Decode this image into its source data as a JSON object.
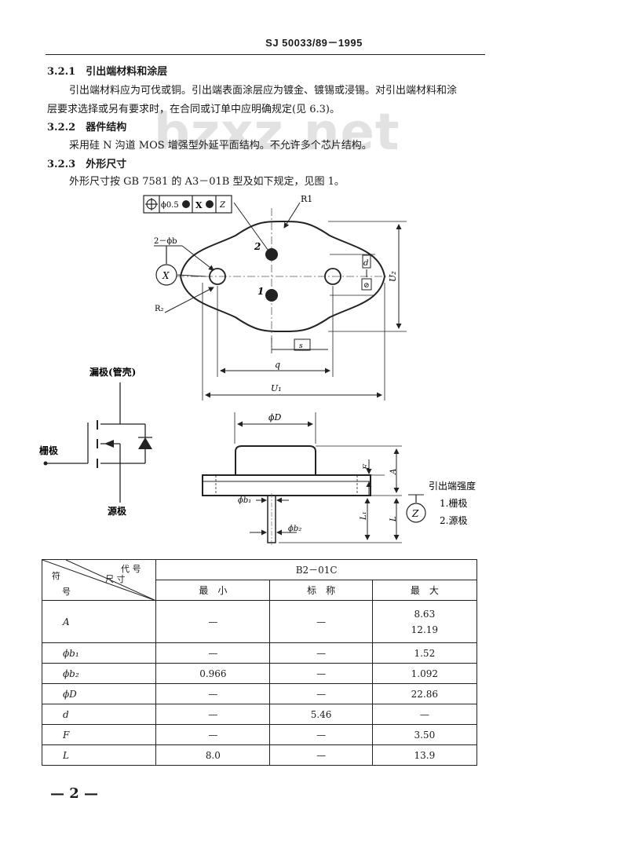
{
  "header": {
    "std_number": "SJ 50033/89－1995"
  },
  "watermark": "bzxz.net",
  "sections": {
    "s1_title": "3.2.1　引出端材料和涂层",
    "s1_line1": "引出端材料应为可伐或铜。引出端表面涂层应为镀金、镀锡或浸锡。对引出端材料和涂",
    "s1_line2": "层要求选择或另有要求时，在合同或订单中应明确规定(见 6.3)。",
    "s2_title": "3.2.2　器件结构",
    "s2_body": "采用硅 N 沟道 MOS 增强型外延平面结构。不允许多个芯片结构。",
    "s3_title": "3.2.3　外形尺寸",
    "s3_body": "外形尺寸按 GB 7581 的 A3－01B 型及如下规定，见图 1。"
  },
  "figure": {
    "tolerance_value": "ϕ0.5",
    "datum_x": "X",
    "datum_z": "Z",
    "label_R1": "R1",
    "label_2phib": "2－ϕb",
    "label_R2": "R₂",
    "pin2": "2",
    "pin1": "1",
    "label_d": "d",
    "label_U2": "U₂",
    "label_s": "s",
    "label_q": "q",
    "label_U1": "U₁",
    "label_phiD": "ϕD",
    "label_F": "F",
    "label_A": "A",
    "label_L1": "L₁",
    "label_L": "L",
    "label_phib1": "ϕb₁",
    "label_phib2": "ϕb₂",
    "pin_legend_title": "引出端强度",
    "pin_legend_1": "1.栅极",
    "pin_legend_2": "2.源极",
    "drain_label": "漏极(管壳)",
    "gate_label": "栅极",
    "source_label": "源极"
  },
  "table": {
    "header_code": "代 号",
    "header_size": "尺 寸",
    "header_sym_top": "符",
    "header_sym_bottom": "号",
    "header_model": "B2－01C",
    "col_min": "最　小",
    "col_nom": "标　称",
    "col_max": "最　大",
    "rows": [
      {
        "symbol": "A",
        "min": "—",
        "nom": "—",
        "max": "8.63",
        "max2": "12.19"
      },
      {
        "symbol": "ϕb₁",
        "min": "—",
        "nom": "—",
        "max": "1.52"
      },
      {
        "symbol": "ϕb₂",
        "min": "0.966",
        "nom": "—",
        "max": "1.092"
      },
      {
        "symbol": "ϕD",
        "min": "—",
        "nom": "—",
        "max": "22.86"
      },
      {
        "symbol": "d",
        "min": "—",
        "nom": "5.46",
        "max": "—"
      },
      {
        "symbol": "F",
        "min": "—",
        "nom": "—",
        "max": "3.50"
      },
      {
        "symbol": "L",
        "min": "8.0",
        "nom": "—",
        "max": "13.9"
      }
    ]
  },
  "footer": {
    "page": "— 2 —"
  }
}
